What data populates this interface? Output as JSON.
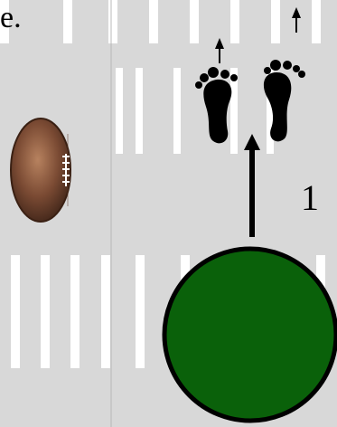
{
  "caption_fragment": "e.",
  "step_number": "1",
  "colors": {
    "background": "#d8d8d8",
    "stripe": "#ffffff",
    "circle_fill": "#0a610a",
    "outline": "#000000",
    "ball_leather": "#7a4a33",
    "lace": "#ffffff"
  },
  "icons": {
    "football": "football-icon",
    "left_foot": "left-footprint-icon",
    "right_foot": "right-footprint-icon",
    "player": "player-circle"
  }
}
